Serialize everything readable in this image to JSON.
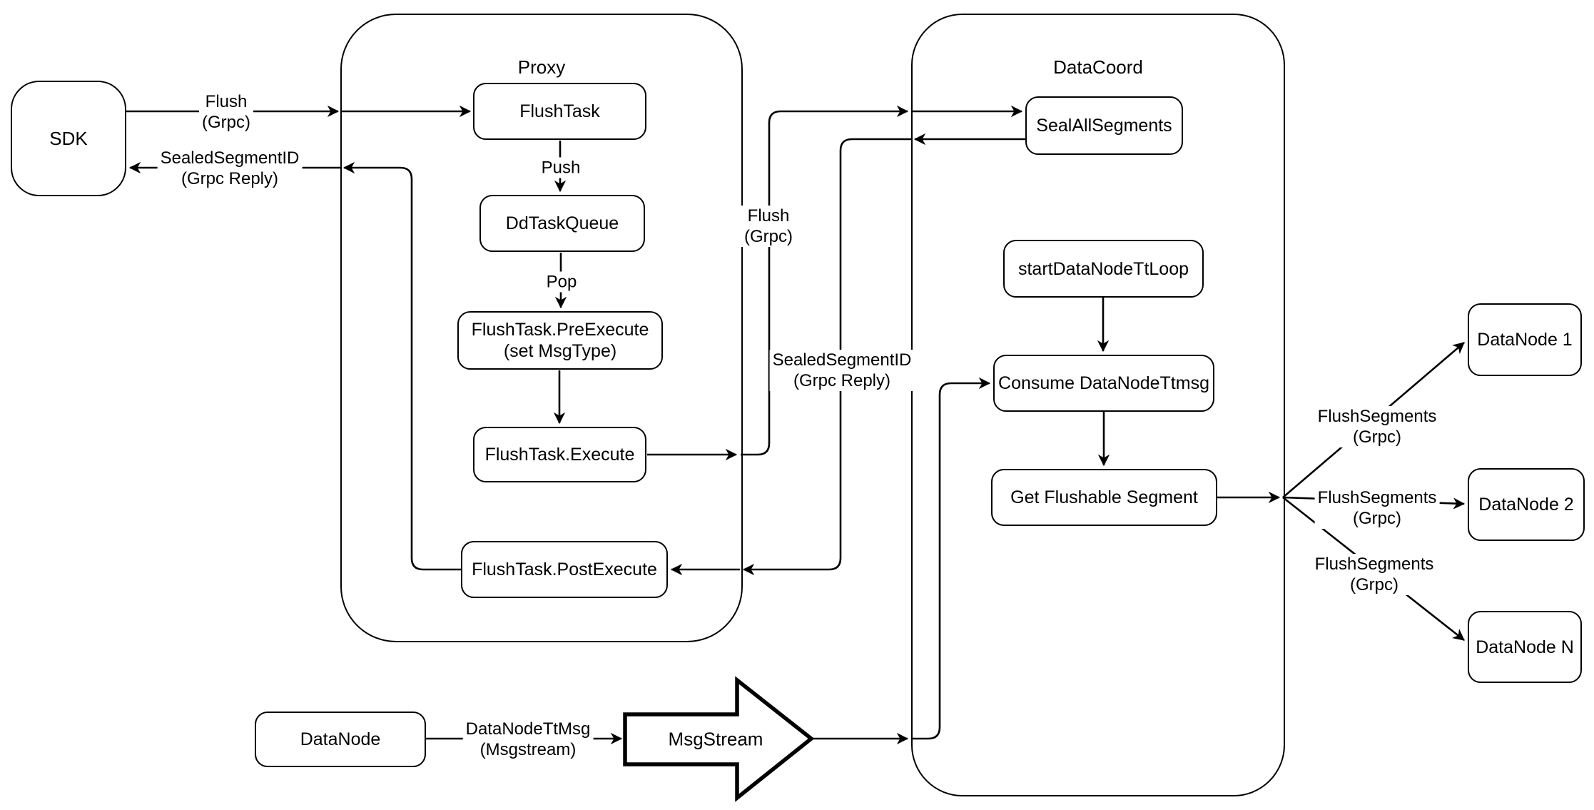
{
  "containers": {
    "proxy": {
      "title": "Proxy"
    },
    "datacoord": {
      "title": "DataCoord"
    }
  },
  "nodes": {
    "sdk": {
      "label": "SDK"
    },
    "flush_task": {
      "label": "FlushTask"
    },
    "dd_task_queue": {
      "label": "DdTaskQueue"
    },
    "pre_execute": {
      "line1": "FlushTask.PreExecute",
      "line2": "(set MsgType)"
    },
    "execute": {
      "label": "FlushTask.Execute"
    },
    "post_execute": {
      "label": "FlushTask.PostExecute"
    },
    "seal_all_segments": {
      "label": "SealAllSegments"
    },
    "start_datanode_tt_loop": {
      "label": "startDataNodeTtLoop"
    },
    "consume_datanode_ttmsg": {
      "label": "Consume DataNodeTtmsg"
    },
    "get_flushable_segment": {
      "label": "Get Flushable Segment"
    },
    "datanode_1": {
      "label": "DataNode 1"
    },
    "datanode_2": {
      "label": "DataNode 2"
    },
    "datanode_n": {
      "label": "DataNode N"
    },
    "datanode": {
      "label": "DataNode"
    },
    "msgstream": {
      "label": "MsgStream"
    }
  },
  "edge_labels": {
    "flush_grpc_sdk": {
      "line1": "Flush",
      "line2": "(Grpc)"
    },
    "sealed_reply_sdk": {
      "line1": "SealedSegmentID",
      "line2": "(Grpc Reply)"
    },
    "push": {
      "text": "Push"
    },
    "pop": {
      "text": "Pop"
    },
    "flush_grpc_mid": {
      "line1": "Flush",
      "line2": "(Grpc)"
    },
    "sealed_reply_mid": {
      "line1": "SealedSegmentID",
      "line2": "(Grpc Reply)"
    },
    "flush_segments_1": {
      "line1": "FlushSegments",
      "line2": "(Grpc)"
    },
    "flush_segments_2": {
      "line1": "FlushSegments",
      "line2": "(Grpc)"
    },
    "flush_segments_3": {
      "line1": "FlushSegments",
      "line2": "(Grpc)"
    },
    "datanode_ttmsg": {
      "line1": "DataNodeTtMsg",
      "line2": "(Msgstream)"
    }
  },
  "colors": {
    "stroke": "#000000",
    "background": "#ffffff"
  }
}
